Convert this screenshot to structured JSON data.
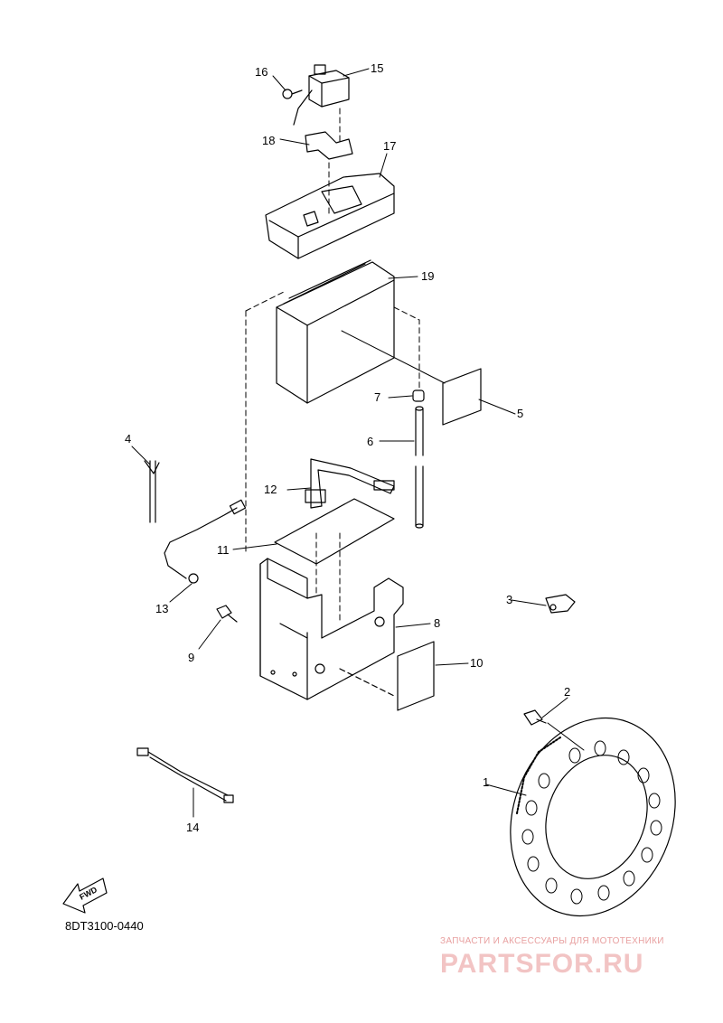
{
  "diagram": {
    "code": "8DT3100-0440",
    "fwd_label": "FWD",
    "callouts": [
      "1",
      "2",
      "3",
      "4",
      "5",
      "6",
      "7",
      "8",
      "9",
      "10",
      "11",
      "12",
      "13",
      "14",
      "15",
      "16",
      "17",
      "18",
      "19"
    ]
  },
  "watermark": {
    "tagline": "ЗАПЧАСТИ И АКСЕССУАРЫ ДЛЯ МОТОТЕХНИКИ",
    "logo": "PARTSFOR.RU"
  },
  "colors": {
    "line": "#000000",
    "watermark": "#e8a0a0"
  }
}
